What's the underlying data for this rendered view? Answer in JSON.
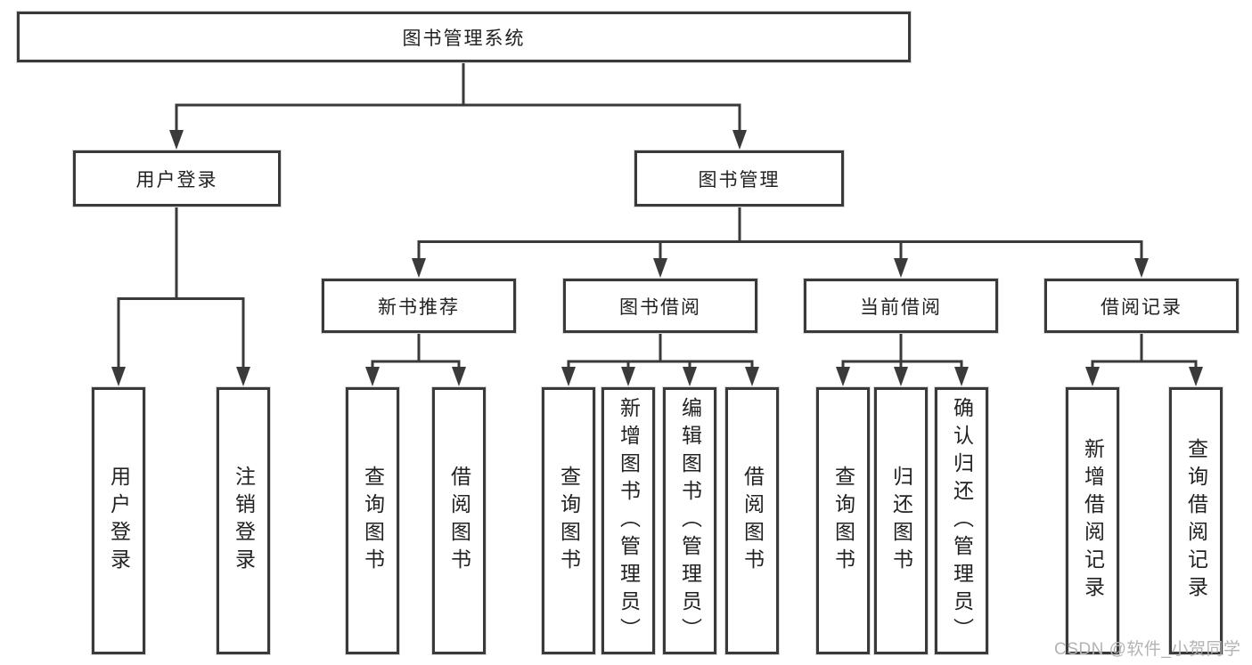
{
  "diagram": {
    "root": {
      "label": "图书管理系统"
    },
    "level2": [
      {
        "label": "用户登录"
      },
      {
        "label": "图书管理"
      }
    ],
    "level3": [
      {
        "label": "新书推荐"
      },
      {
        "label": "图书借阅"
      },
      {
        "label": "当前借阅"
      },
      {
        "label": "借阅记录"
      }
    ],
    "leaves": {
      "user_login": [
        "用户登录",
        "注销登录"
      ],
      "new_books": [
        "查询图书",
        "借阅图书"
      ],
      "book_borrowing": [
        "查询图书",
        "新增图书（管理员）",
        "编辑图书（管理员）",
        "借阅图书"
      ],
      "current_borrowing": [
        "查询图书",
        "归还图书",
        "确认归还（管理员）"
      ],
      "borrow_records": [
        "新增借阅记录",
        "查询借阅记录"
      ]
    }
  },
  "watermark": {
    "text": "CSDN @软件_小贺同学",
    "color": "#b3b3b3"
  },
  "colors": {
    "line": "#3a3a3a",
    "text": "#222222",
    "background": "#ffffff"
  }
}
